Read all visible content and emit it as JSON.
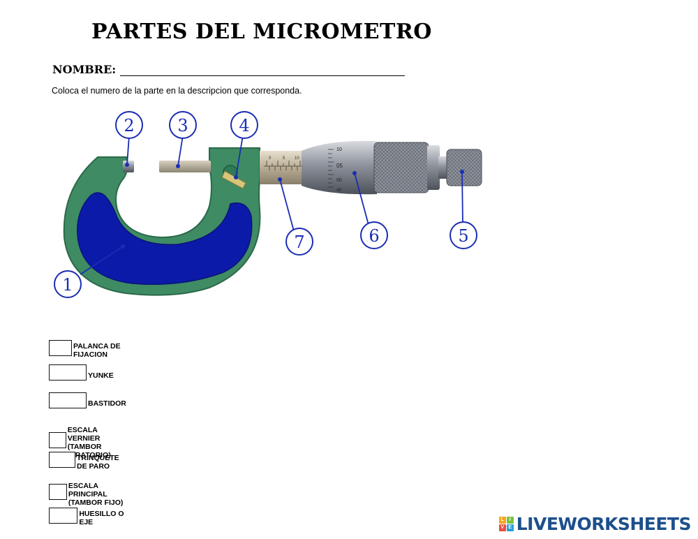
{
  "title": "PARTES DEL MICROMETRO",
  "name_label": "NOMBRE:",
  "instruction": "Coloca el numero de la parte en la descripcion que corresponda.",
  "callouts": [
    "1",
    "2",
    "3",
    "4",
    "5",
    "6",
    "7"
  ],
  "scale_marks": {
    "sleeve": [
      "0",
      "5",
      "10"
    ],
    "thimble": [
      "10",
      "05",
      "00",
      "45"
    ]
  },
  "answers": [
    {
      "label": "PALANCA DE FIJACION",
      "value": ""
    },
    {
      "label": "YUNKE",
      "value": ""
    },
    {
      "label": "BASTIDOR",
      "value": ""
    },
    {
      "label": "ESCALA VERNIER (TAMBOR GIRATORIO)",
      "value": ""
    },
    {
      "label": "TRINQUETE DE PARO",
      "value": ""
    },
    {
      "label": "ESCALA PRINCIPAL (TAMBOR FIJO)",
      "value": ""
    },
    {
      "label": "HUESILLO O EJE",
      "value": ""
    }
  ],
  "brand": {
    "text": "LIVEWORKSHEETS",
    "logo_letters": [
      "L",
      "I",
      "V",
      "E"
    ],
    "logo_colors": [
      "#f5a623",
      "#7ac143",
      "#e94e3c",
      "#2a9fd8"
    ],
    "text_color": "#1d4f8c"
  },
  "colors": {
    "frame": "#3e8b64",
    "frame_dark": "#2b6a49",
    "insert": "#0b1aa8",
    "callout": "#1a2db3"
  }
}
